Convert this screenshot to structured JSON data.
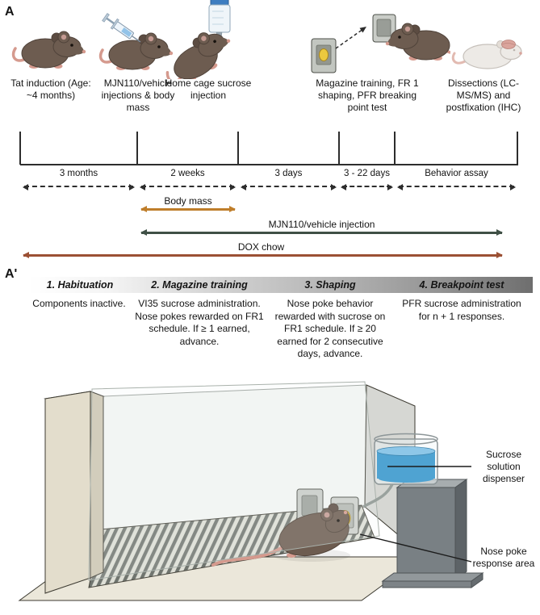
{
  "figure": {
    "panel_a_label": "A",
    "panel_a_prime_label": "A'"
  },
  "timeline": {
    "stages": [
      {
        "caption": "Tat induction (Age: ~4 months)"
      },
      {
        "caption": "MJN110/vehicle injections & body mass"
      },
      {
        "caption": "Home cage sucrose injection"
      },
      {
        "caption": "Magazine training, FR 1 shaping, PFR breaking point test"
      },
      {
        "caption": "Dissections (LC-MS/MS) and postfixation (IHC)"
      }
    ],
    "segments": [
      "3 months",
      "2 weeks",
      "3 days",
      "3 - 22 days",
      "Behavior assay"
    ],
    "spans": [
      {
        "label": "Body mass",
        "color": "#bf7e2b"
      },
      {
        "label": "MJN110/vehicle injection",
        "color": "#3f5046"
      },
      {
        "label": "DOX chow",
        "color": "#9b5034"
      }
    ]
  },
  "protocol": {
    "phases": [
      {
        "title": "1. Habituation",
        "description": "Components inactive."
      },
      {
        "title": "2. Magazine training",
        "description": "VI35 sucrose administration. Nose pokes rewarded on FR1 schedule. If ≥ 1 earned, advance."
      },
      {
        "title": "3. Shaping",
        "description": "Nose poke behavior rewarded with sucrose on FR1 schedule. If ≥ 20 earned for 2 consecutive days, advance."
      },
      {
        "title": "4. Breakpoint test",
        "description": "PFR sucrose administration for n + 1 responses."
      }
    ],
    "chamber": {
      "sucrose_label": "Sucrose solution dispenser",
      "nose_poke_label": "Nose poke response area"
    }
  },
  "colors": {
    "mouse_body": "#6d5c50",
    "mouse_pink": "#d59a8e",
    "sucrose_liquid": "#4fa3d2",
    "port_highlight": "#ecc93f"
  }
}
